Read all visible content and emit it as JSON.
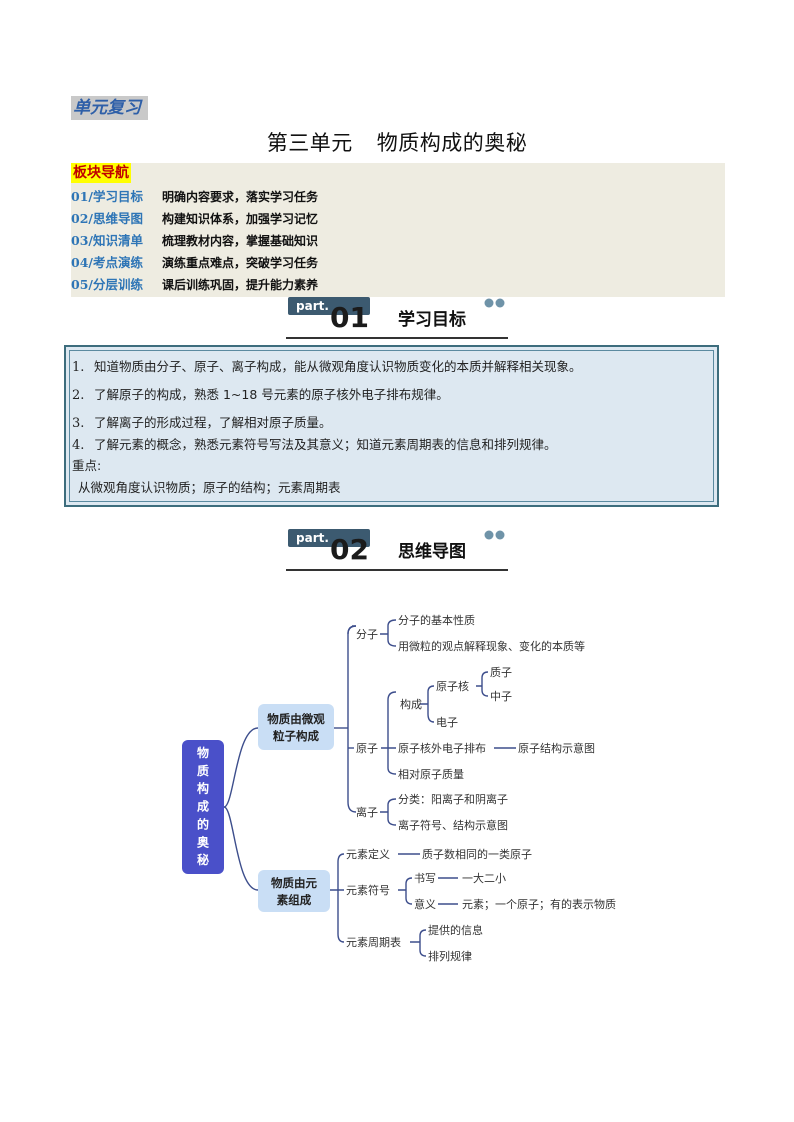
{
  "header": {
    "unit_tag": "单元复习",
    "title_unit": "第三单元",
    "title_topic": "物质构成的奥秘"
  },
  "nav": {
    "heading": "板块导航",
    "items": [
      {
        "code": "01/学习目标",
        "desc": "明确内容要求，落实学习任务"
      },
      {
        "code": "02/思维导图",
        "desc": "构建知识体系，加强学习记忆"
      },
      {
        "code": "03/知识清单",
        "desc": "梳理教材内容，掌握基础知识"
      },
      {
        "code": "04/考点演练",
        "desc": "演练重点难点，突破学习任务"
      },
      {
        "code": "05/分层训练",
        "desc": "课后训练巩固，提升能力素养"
      }
    ]
  },
  "part1": {
    "tag": "part.",
    "num": "01",
    "label": "学习目标"
  },
  "goals": {
    "items": [
      {
        "n": "1.",
        "text": "知道物质由分子、原子、离子构成，能从微观角度认识物质变化的本质并解释相关现象。"
      },
      {
        "n": "2.",
        "text": "了解原子的构成，熟悉 1~18 号元素的原子核外电子排布规律。"
      },
      {
        "n": "3.",
        "text": "了解离子的形成过程，了解相对原子质量。"
      },
      {
        "n": "4.",
        "text": "了解元素的概念，熟悉元素符号写法及其意义；知道元素周期表的信息和排列规律。"
      }
    ],
    "key_label": "重点:",
    "key_text": "从微观角度认识物质；原子的结构；元素周期表"
  },
  "part2": {
    "tag": "part.",
    "num": "02",
    "label": "思维导图"
  },
  "mindmap": {
    "root": "物质构成的奥秘",
    "branch1": "物质由微观粒子构成",
    "branch2": "物质由元素组成",
    "molecule": "分子",
    "mol_1": "分子的基本性质",
    "mol_2": "用微粒的观点解释现象、变化的本质等",
    "atom": "原子",
    "compose": "构成",
    "nucleus": "原子核",
    "proton": "质子",
    "neutron": "中子",
    "electron": "电子",
    "arrangement": "原子核外电子排布",
    "diagram": "原子结构示意图",
    "relative_mass": "相对原子质量",
    "ion": "离子",
    "ion_class": "分类：阳离子和阴离子",
    "ion_symbol": "离子符号、结构示意图",
    "element_def": "元素定义",
    "element_def_text": "质子数相同的一类原子",
    "element_symbol": "元素符号",
    "write": "书写",
    "write_text": "一大二小",
    "meaning": "意义",
    "meaning_text": "元素；一个原子；有的表示物质",
    "periodic": "元素周期表",
    "periodic_1": "提供的信息",
    "periodic_2": "排列规律"
  },
  "colors": {
    "accent": "#3c5a70",
    "mindmap_line": "#3d4e8c",
    "root_fill": "#4a50c9",
    "branch_fill": "#c9def5"
  }
}
